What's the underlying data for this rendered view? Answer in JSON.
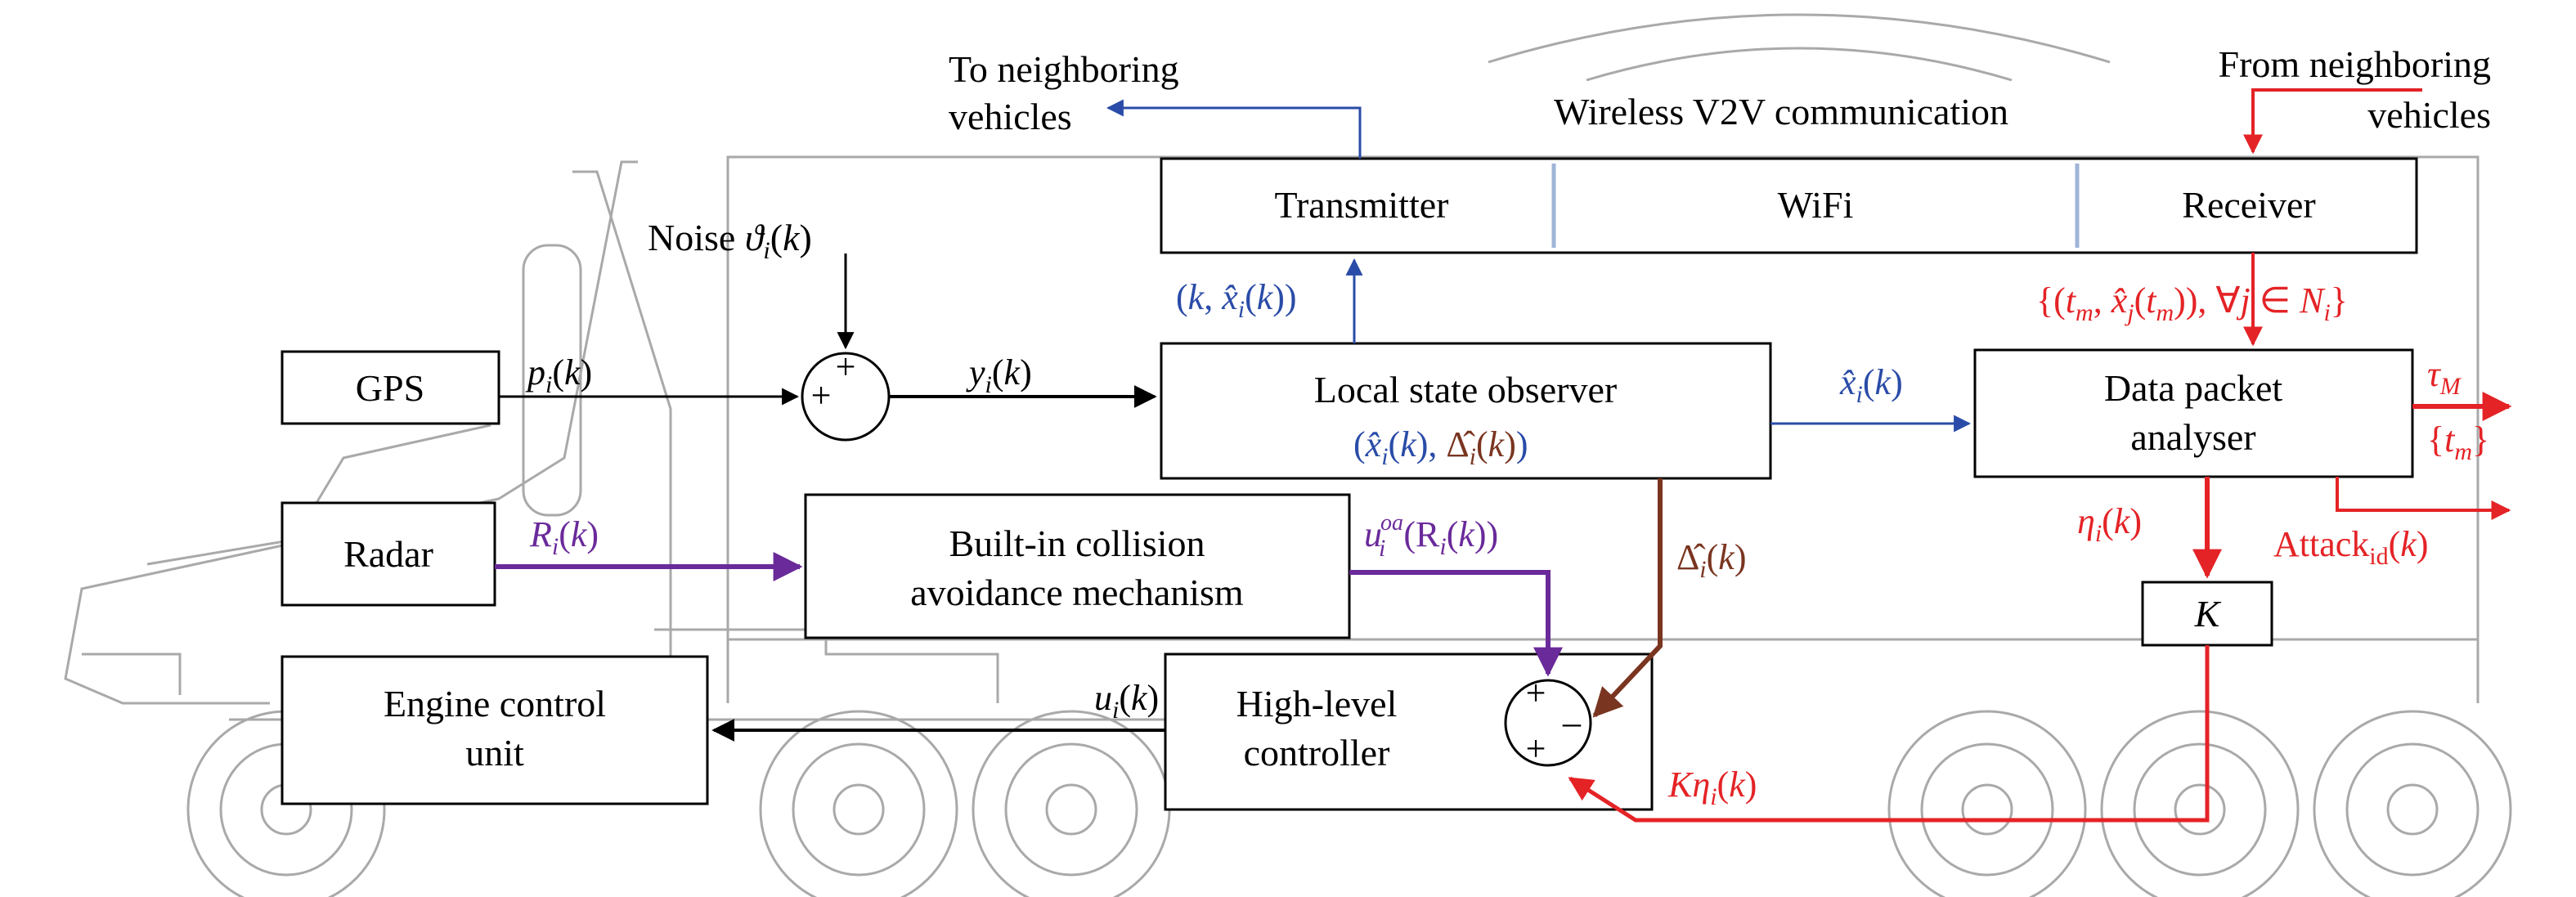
{
  "colors": {
    "black": "#000000",
    "blue": "#2a4ca8",
    "red": "#e42326",
    "purple": "#6a2a9a",
    "brown": "#7a3520",
    "truck": "#a9a9a9"
  },
  "labels": {
    "to_neighbors_1": "To neighboring",
    "to_neighbors_2": "vehicles",
    "from_neighbors_1": "From neighboring",
    "from_neighbors_2": "vehicles",
    "wireless": "Wireless V2V communication",
    "transmitter": "Transmitter",
    "wifi": "WiFi",
    "receiver": "Receiver",
    "noise": "Noise",
    "gps": "GPS",
    "radar": "Radar",
    "observer": "Local state observer",
    "analyser_1": "Data packet",
    "analyser_2": "analyser",
    "collision_1": "Built-in collision",
    "collision_2": "avoidance mechanism",
    "engine_1": "Engine control",
    "engine_2": "unit",
    "controller_1": "High-level",
    "controller_2": "controller",
    "k_block": "K",
    "attack": "Attack",
    "attack_sub": "id"
  },
  "signals": {
    "noise": "ϑi(k)",
    "p": "pi(k)",
    "y": "yi(k)",
    "r": "Ri(k)",
    "u_oa": "u_i^oa(Ri(k))",
    "u": "ui(k)",
    "x_pair": "(k, x̂i(k))",
    "x_hat": "x̂i(k)",
    "observer_out": "(x̂i(k), Δ̂i(k))",
    "delta_hat": "Δ̂i(k)",
    "packet_set": "{(tm, x̂j(tm)), ∀j∈Ni}",
    "eta": "ηi(k)",
    "k_eta": "Kηi(k)",
    "tau": "τM",
    "tm_set": "{tm}",
    "attack_id": "Attackid(k)"
  }
}
